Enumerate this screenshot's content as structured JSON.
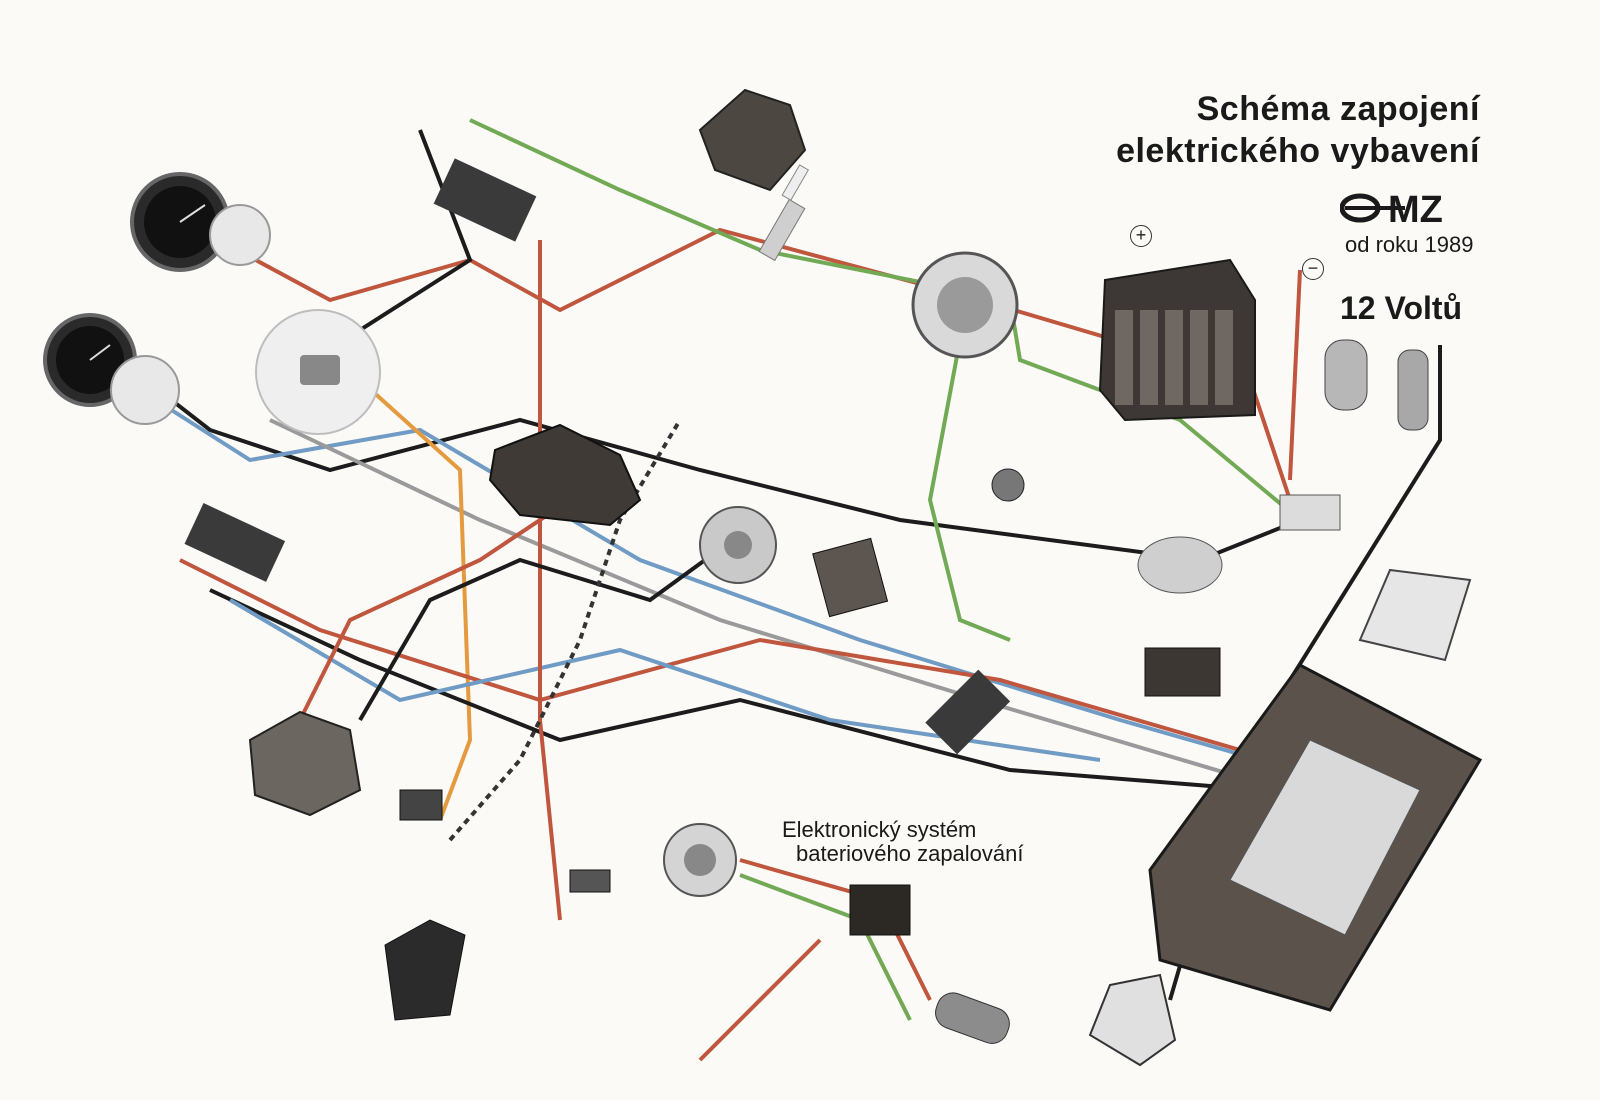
{
  "title": {
    "line1": "Schéma zapojení",
    "line2": "elektrického vybavení"
  },
  "brand": {
    "logo_text": "MZ",
    "since": "od roku 1989"
  },
  "voltage": "12 Voltů",
  "battery": {
    "plus": "+",
    "minus": "−"
  },
  "subdiagram": {
    "line1": "Elektronický systém",
    "line2": "bateriového zapalování"
  },
  "colors": {
    "red": "#c0563e",
    "black": "#1c1c1c",
    "blue": "#6f9bc4",
    "green": "#72a955",
    "grey": "#9a9a9a",
    "white": "#f4f4f0",
    "orange": "#e49a3e",
    "background": "#fbfaf7",
    "component": "#5a524b"
  }
}
